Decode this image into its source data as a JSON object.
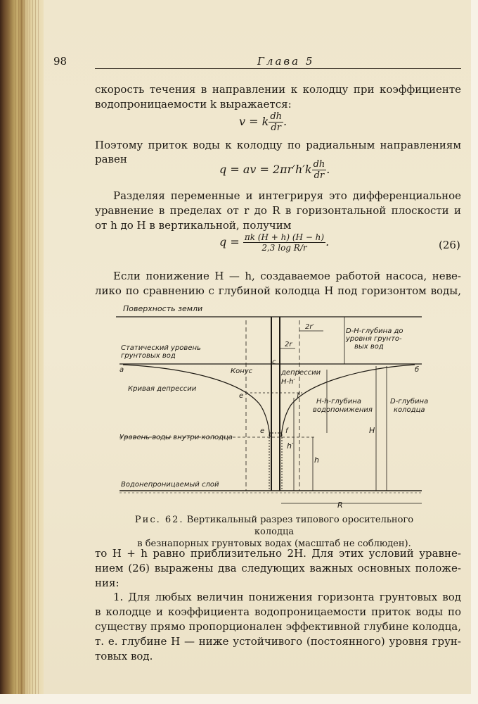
{
  "page": {
    "number": "98",
    "chapter": "Глава 5"
  },
  "paragraphs": [
    {
      "lines": [
        "скорость течения в направлении к колодцу при коэффициенте",
        "водопроницаемости k выражается:"
      ]
    },
    {
      "lines": [
        "Поэтому приток воды к колодцу по радиальным направлениям",
        "равен"
      ]
    },
    {
      "lines": [
        "Разделяя переменные и интегрируя это дифференциальное",
        "уравнение в пределах от r до R в горизонтальной плоскости и",
        "от h до H в вертикальной, получим"
      ]
    },
    {
      "lines": [
        "Если понижение H — h, создаваемое работой насоса, неве-",
        "лико по сравнению с глубиной колодца H под горизонтом воды,"
      ]
    },
    {
      "lines": [
        "то H + h равно приблизительно 2H. Для этих условий уравне-",
        "нием (26) выражены два следующих важных основных положе-",
        "ния:"
      ]
    },
    {
      "lines": [
        "1. Для любых величин понижения горизонта грунтовых вод",
        "в колодце и коэффициента водопроницаемости приток воды по",
        "существу прямо пропорционален эффективной глубине колодца,",
        "т. е. глубине H — ниже устойчивого (постоянного) уровня грун-",
        "товых вод."
      ]
    }
  ],
  "formulas": {
    "f1": {
      "lhs": "v = k",
      "num": "dh",
      "den": "dr",
      "end": "."
    },
    "f2": {
      "lhs": "q = av = 2πr′h′k",
      "num": "dh",
      "den": "dr",
      "end": "."
    },
    "f3": {
      "lhs": "q =",
      "num": "πk (H + h) (H − h)",
      "den": "2,3 log R/r",
      "end": ".",
      "number": "(26)"
    }
  },
  "figure": {
    "labels": {
      "surface": "Поверхность земли",
      "static1": "Статический уровень",
      "static2": "грунтовых вод",
      "cone1": "Конус",
      "cone2": "депрессии",
      "cone3": "H-h′",
      "curve": "Кривая депрессии",
      "inside": "Уровень воды внутри колодца",
      "imperm": "Водонепроницаемый слой",
      "two_r_prime": "2r′",
      "two_r": "2r",
      "dh1": "D-H-глубина до",
      "dh2": "уровня грунто-",
      "dh3": "вых вод",
      "hh1": "H-h-глубина",
      "hh2": "водопонижения",
      "d1": "D-глубина",
      "d2": "колодца",
      "a": "a",
      "b": "б",
      "c": "c",
      "e": "e",
      "e2": "e",
      "f": "f",
      "f2": "f",
      "H": "H",
      "h": "h",
      "h_prime": "h′",
      "R": "R"
    }
  },
  "caption": {
    "label": "Рис. 62.",
    "text1": "Вертикальный разрез типового оросительного колодца",
    "text2": "в безнапорных грунтовых водах (масштаб не соблюден)."
  }
}
